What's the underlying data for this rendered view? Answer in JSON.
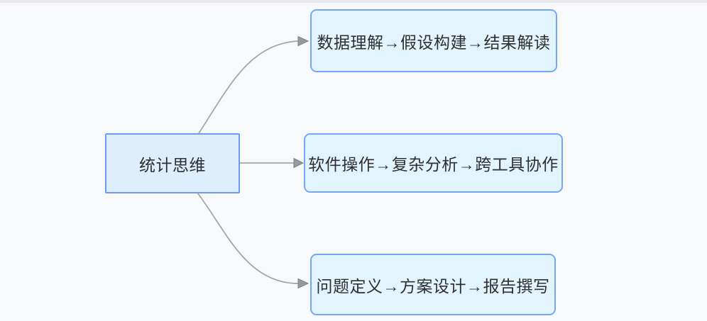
{
  "diagram": {
    "root": {
      "label": "统计思维"
    },
    "children": [
      {
        "label": "数据理解→假设构建→结果解读"
      },
      {
        "label": "软件操作→复杂分析→跨工具协作"
      },
      {
        "label": "问题定义→方案设计→报告撰写"
      }
    ],
    "colors": {
      "background": "#f8f9fb",
      "top_strip": "#e9e9ed",
      "root_fill": "#ddeefc",
      "root_border": "#6c9cf2",
      "child_fill": "#e2f4fe",
      "child_border": "#74a8f4",
      "connector_line": "#a6a6a6",
      "arrowhead_fill": "#97999c",
      "arrowhead_stroke": "#7d8084",
      "text": "#2f2f2f"
    }
  }
}
